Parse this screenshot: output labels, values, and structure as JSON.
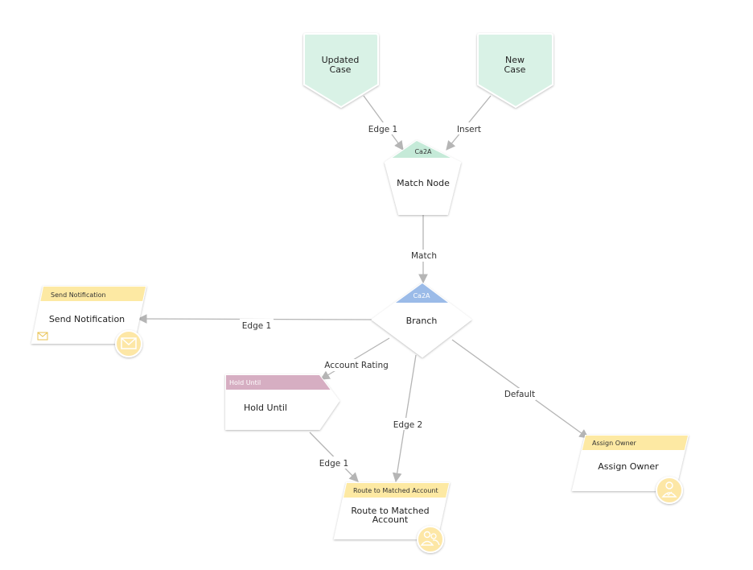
{
  "colors": {
    "start_fill": "#d9f2e6",
    "start_band": "#c5ead8",
    "branch_band": "#9bbbe8",
    "task_band": "#fde9a3",
    "hold_band": "#d6aec2",
    "icon_circle": "#fde7a6",
    "edge": "#b5b5b5"
  },
  "nodes": {
    "updated_case": {
      "line1": "Updated",
      "line2": "Case"
    },
    "new_case": {
      "line1": "New",
      "line2": "Case"
    },
    "match_node": {
      "badge": "Ca2A",
      "label": "Match Node"
    },
    "branch": {
      "badge": "Ca2A",
      "label": "Branch"
    },
    "send_notification": {
      "band": "Send Notification",
      "label": "Send Notification",
      "icon": "envelope-icon"
    },
    "hold_until": {
      "band": "Hold Until",
      "label": "Hold Until"
    },
    "assign_owner": {
      "band": "Assign Owner",
      "label": "Assign Owner",
      "icon": "user-assign-icon"
    },
    "route_matched": {
      "band": "Route to Matched Account",
      "line1": "Route to Matched",
      "line2": "Account",
      "icon": "users-icon"
    }
  },
  "edges": {
    "updated_to_match": "Edge 1",
    "new_to_match": "Insert",
    "match_to_branch": "Match",
    "branch_to_send": "Edge 1",
    "branch_to_hold": "Account Rating",
    "branch_to_route": "Edge 2",
    "branch_to_assign": "Default",
    "hold_to_route": "Edge 1"
  }
}
